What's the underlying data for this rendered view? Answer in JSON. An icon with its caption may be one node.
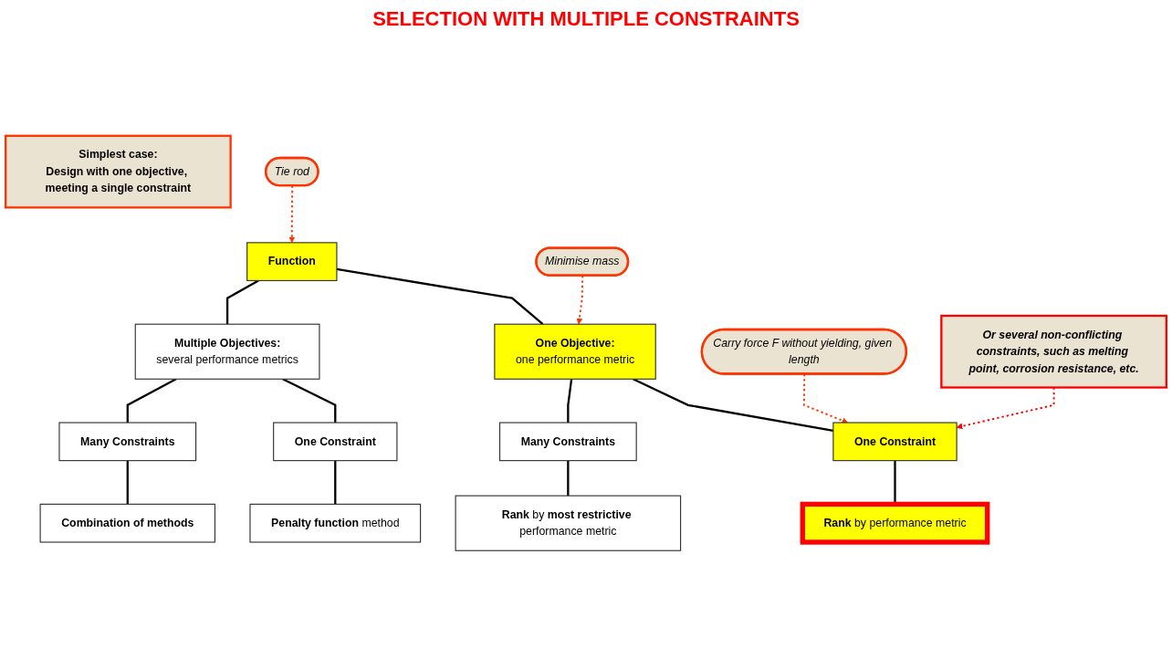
{
  "diagram": {
    "title": "SELECTION WITH MULTIPLE CONSTRAINTS",
    "nodes": [
      {
        "text": [
          "Simplest case:",
          "Design with one objective, meeting a single constraint"
        ]
      },
      {
        "text": [
          "Tie rod"
        ]
      },
      {
        "text": [
          "Function"
        ]
      },
      {
        "text": [
          "Minimise mass"
        ]
      },
      {
        "text": [
          "One Objective:",
          "one performance metric"
        ]
      },
      {
        "text": [
          "Multiple Objectives:",
          "several performance metrics"
        ]
      },
      {
        "text": [
          "Carry force F without yielding, given length"
        ]
      },
      {
        "text": [
          "One Constraint"
        ]
      },
      {
        "text": [
          "Many Constraints"
        ]
      },
      {
        "text": [
          "One Constraint"
        ]
      },
      {
        "text": [
          "Many Constraints"
        ]
      },
      {
        "text": [
          "**Rank** by performance metric"
        ]
      },
      {
        "text": [
          "**Rank** by **most restrictive** performance metric"
        ]
      },
      {
        "text": [
          "**Penalty function** method"
        ]
      },
      {
        "text": [
          "Combination of methods"
        ]
      },
      {
        "text": [
          "Or several non-conflicting constraints, such as melting point, corrosion resistance, etc."
        ]
      }
    ],
    "edges": [
      {
        "from": 1,
        "to": 2,
        "arrow": "to",
        "style": "dashed",
        "color": "#ff3300"
      },
      {
        "from": 2,
        "to": 4,
        "arrow": "none"
      },
      {
        "from": 2,
        "to": 5,
        "arrow": "none"
      },
      {
        "from": 3,
        "to": 4,
        "arrow": "to",
        "style": "dashed",
        "color": "#ff3300"
      },
      {
        "from": 4,
        "to": 7,
        "arrow": "none"
      },
      {
        "from": 4,
        "to": 8,
        "arrow": "none"
      },
      {
        "from": 5,
        "to": 9,
        "arrow": "none"
      },
      {
        "from": 5,
        "to": 10,
        "arrow": "none"
      },
      {
        "from": 6,
        "to": 7,
        "arrow": "to",
        "style": "dashed",
        "color": "#ff3300"
      },
      {
        "from": 7,
        "to": 11,
        "arrow": "none"
      },
      {
        "from": 8,
        "to": 12,
        "arrow": "none"
      },
      {
        "from": 9,
        "to": 13,
        "arrow": "none"
      },
      {
        "from": 10,
        "to": 14,
        "arrow": "none"
      },
      {
        "from": 15,
        "to": 7,
        "arrow": "to",
        "style": "dashed",
        "color": "#ff0000"
      }
    ]
  }
}
